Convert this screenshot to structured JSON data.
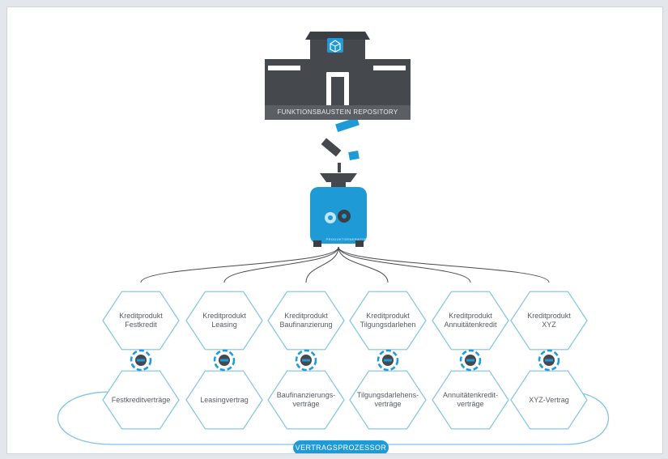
{
  "repository": {
    "label": "FUNKTIONSBAUSTEIN REPOSITORY"
  },
  "generator": {
    "label": "PRODUKTGENERATOR"
  },
  "processor": {
    "label": "VERTRAGSPROZESSOR"
  },
  "products": [
    {
      "top": "Kreditprodukt\nFestkredit",
      "bottom": "Festkreditverträge"
    },
    {
      "top": "Kreditprodukt\nLeasing",
      "bottom": "Leasingvertrag"
    },
    {
      "top": "Kreditprodukt\nBaufinanzierung",
      "bottom": "Baufinanzierungs-\nverträge"
    },
    {
      "top": "Kreditprodukt\nTilgungsdarlehen",
      "bottom": "Tilgungsdarlehens-\nverträge"
    },
    {
      "top": "Kreditprodukt\nAnnuitätenkredit",
      "bottom": "Annuitätenkredit-\nverträge"
    },
    {
      "top": "Kreditprodukt\nXYZ",
      "bottom": "XYZ-Vertrag"
    }
  ],
  "colors": {
    "accent": "#1e9ad6",
    "dark": "#45484c",
    "line": "#7fc3e6"
  }
}
